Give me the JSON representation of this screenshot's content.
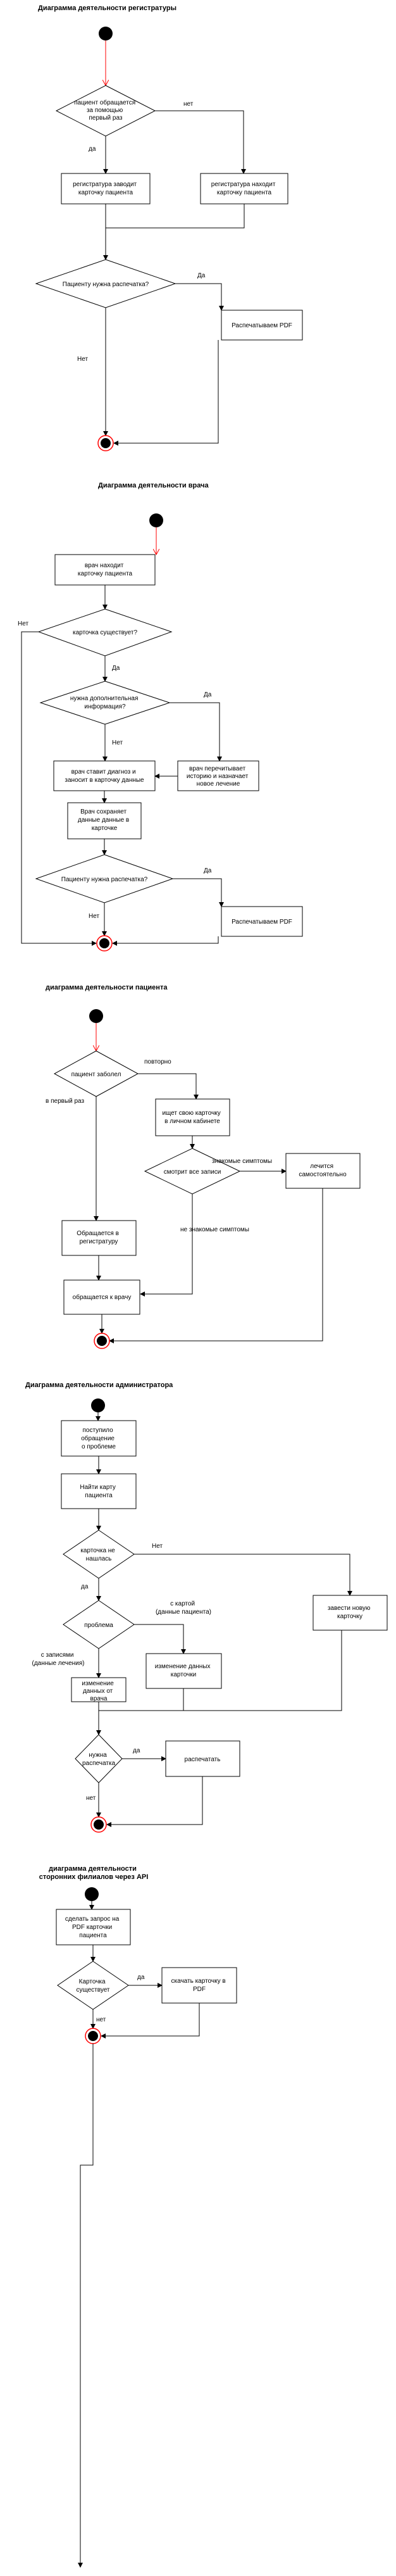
{
  "diagrams": {
    "registry": {
      "title": "Диаграмма деятельности регистратуры",
      "q_first_visit": [
        "пациент обращается",
        "за помощью",
        "первый раз"
      ],
      "yes": "да",
      "no": "нет",
      "act_create_card": [
        "регистратура заводит",
        "карточку пациента"
      ],
      "act_find_card": [
        "регистратура находит",
        "карточку пациента"
      ],
      "q_print": "Пациенту нужна распечатка?",
      "print_yes": "Да",
      "print_no": "Нет",
      "act_print": "Распечатываем PDF"
    },
    "doctor": {
      "title": "Диаграмма деятельности врача",
      "act_find_card": [
        "врач находит",
        "карточку пациента"
      ],
      "q_card_exists": "карточка существует?",
      "no": "Нет",
      "yes": "Да",
      "q_more_info": [
        "нужна дополнительная",
        "информация?"
      ],
      "more_yes": "Да",
      "more_no": "Нет",
      "act_diagnose": [
        "врач ставит диагноз и",
        "заносит в карточку данные"
      ],
      "act_review": [
        "врач перечитывает",
        "историю и назначает",
        "новое лечение"
      ],
      "act_save": [
        "Врач сохраняет",
        "данные данные в",
        "карточке"
      ],
      "q_print": "Пациенту нужна распечатка?",
      "print_yes": "Да",
      "print_no": "Нет",
      "act_print": "Распечатываем PDF"
    },
    "patient": {
      "title": "диаграмма деятельности пациента",
      "q_sick": "пациент заболел",
      "again": "повторно",
      "first_time": "в первый раз",
      "act_search": [
        "ищет свою карточку",
        "в личном кабинете"
      ],
      "q_records": "смотрит все записи",
      "known": "знакомые симптомы",
      "unknown": "не знакомые симптомы",
      "act_self_treat": [
        "лечится",
        "самостоятельно"
      ],
      "act_registry": [
        "Обращается в",
        "регистратуру"
      ],
      "act_doctor": "обращается к врачу"
    },
    "admin": {
      "title": "Диаграмма деятельности администратора",
      "act_receive": [
        "поступило",
        "обращение",
        "о проблеме"
      ],
      "act_find": [
        "Найти карту",
        "пациента"
      ],
      "q_found": [
        "карточка не",
        "нашлась"
      ],
      "found_no": "Нет",
      "found_yes": "да",
      "act_new_card": [
        "завести новую",
        "карточку"
      ],
      "q_problem": "проблема",
      "with_card": [
        "с картой",
        "(данные пациента)"
      ],
      "with_records": [
        "с записями",
        "(данные лечения)"
      ],
      "act_change_card": [
        "изменение данных",
        "карточки"
      ],
      "act_change_doc": [
        "изменение",
        "данных от",
        "врача"
      ],
      "q_print": [
        "нужна",
        "распечатка"
      ],
      "print_yes": "да",
      "print_no": "нет",
      "act_print": "распечатать"
    },
    "api": {
      "title": [
        "диаграмма деятельности",
        "сторонних филиалов через API"
      ],
      "act_request": [
        "сделать запрос на",
        "PDF карточки",
        "пациента"
      ],
      "q_exists": [
        "Карточка",
        "существует"
      ],
      "exists_yes": "да",
      "exists_no": "нет",
      "act_download": [
        "скачать карточку в",
        "PDF"
      ]
    }
  },
  "colors": {
    "line": "#000000",
    "guard_arrow": "#ff0000",
    "initial_node": "#000000",
    "final_ring": "#ff0000"
  }
}
